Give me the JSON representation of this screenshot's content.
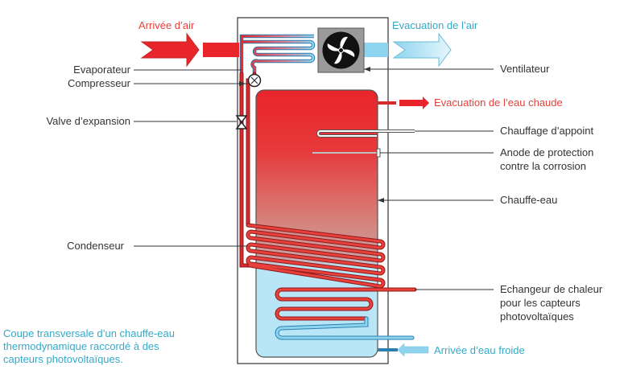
{
  "colors": {
    "hot": "#e8252a",
    "cold": "#8fd4ef",
    "tank_blue": "#b9e6f6",
    "pipe_red": "#d9292c",
    "pipe_blue": "#3da8cf",
    "label_red": "#e8413c",
    "label_blue": "#34a9c8"
  },
  "flow": {
    "air_in": "Arrivée d’air",
    "air_out": "Evacuation de l’air",
    "hot_water_out": "Evacuation de l’eau chaude",
    "cold_water_in": "Arrivée d’eau froide"
  },
  "labels": {
    "evaporator": "Evaporateur",
    "compressor": "Compresseur",
    "expansion_valve": "Valve d’expansion",
    "condenser": "Condenseur",
    "fan": "Ventilateur",
    "backup_heater": "Chauffage d’appoint",
    "anode_line1": "Anode de protection",
    "anode_line2": "contre la corrosion",
    "water_heater": "Chauffe-eau",
    "exchanger_line1": "Echangeur de chaleur",
    "exchanger_line2": "pour les capteurs",
    "exchanger_line3": "photovoltaïques"
  },
  "caption": {
    "line1": "Coupe transversale d’un chauffe-eau",
    "line2": "thermodynamique raccordé à des",
    "line3": "capteurs photovoltaïques."
  },
  "icons": {
    "fan": "fan-icon",
    "valve": "valve-icon",
    "compressor": "compressor-icon"
  }
}
